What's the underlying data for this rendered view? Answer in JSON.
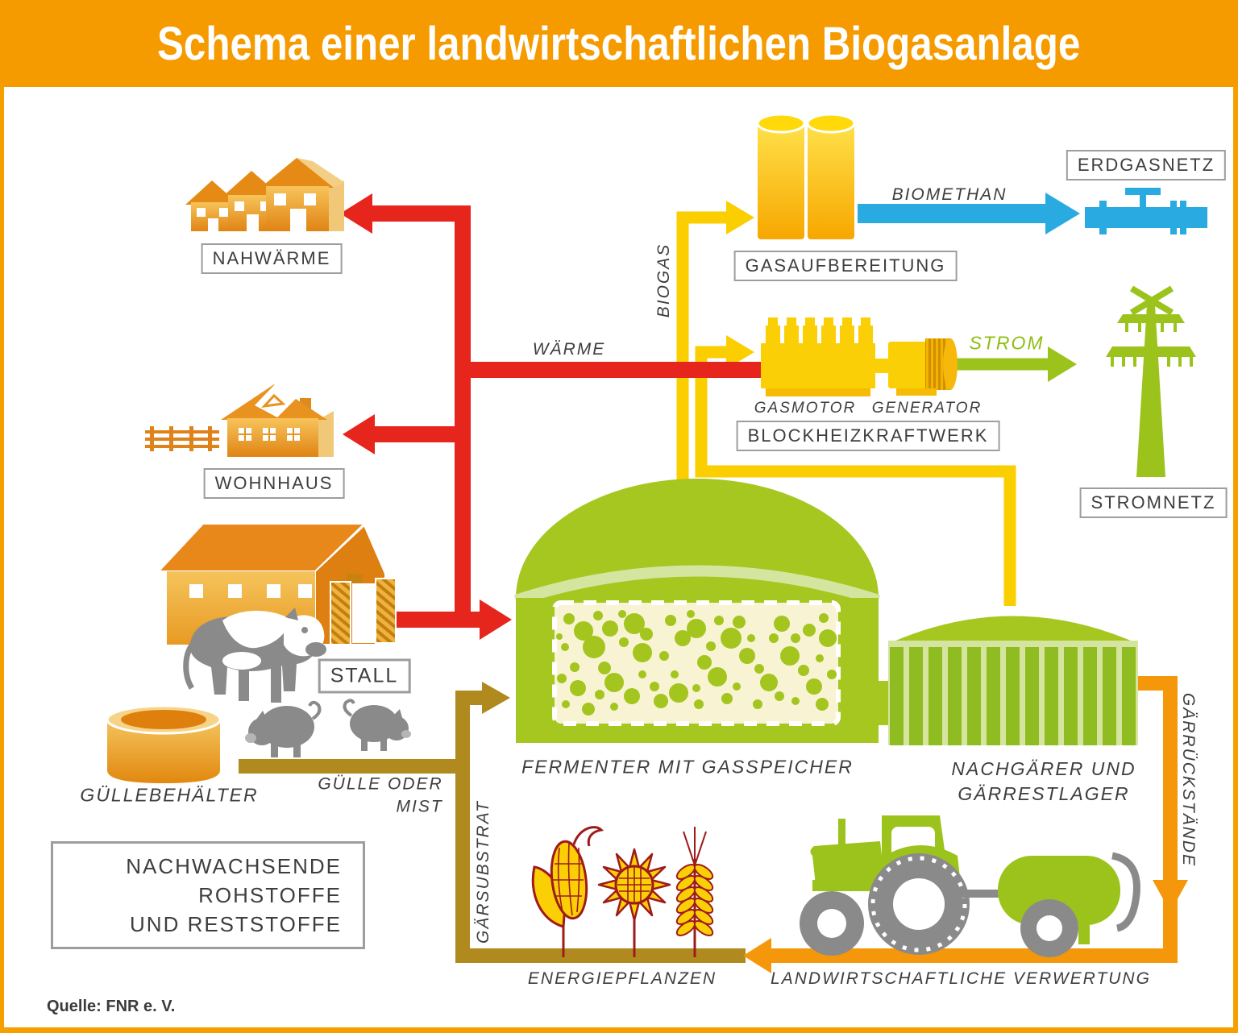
{
  "title": "Schema einer landwirtschaftlichen Biogasanlage",
  "source": "Quelle: FNR e. V.",
  "colors": {
    "banner": "#F59B00",
    "heat_red": "#E6251C",
    "biogas_yellow": "#FBCE00",
    "biomethan_blue": "#29ABE2",
    "strom_green": "#9CC31C",
    "substrate_olive": "#B08A1E",
    "residue_orange": "#F5970A",
    "label_text": "#3E3E3D"
  },
  "boxes": {
    "nahwaerme": "NAHWÄRME",
    "wohnhaus": "WOHNHAUS",
    "stall": "STALL",
    "erdgasnetz": "ERDGASNETZ",
    "gasaufbereitung": "GASAUFBEREITUNG",
    "blockheizkraftwerk": "BLOCKHEIZKRAFTWERK",
    "stromnetz": "STROMNETZ",
    "rohstoffe_line1": "NACHWACHSENDE ROHSTOFFE",
    "rohstoffe_line2": "UND RESTSTOFFE"
  },
  "flows": {
    "biogas": "BIOGAS",
    "waerme": "WÄRME",
    "biomethan": "BIOMETHAN",
    "strom": "STROM",
    "guelle_line1": "GÜLLE ODER",
    "guelle_line2": "MIST",
    "gaersubstrat": "GÄRSUBSTRAT",
    "gaerrueckstaende": "GÄRRÜCKSTÄNDE"
  },
  "captions": {
    "gasmotor": "GASMOTOR",
    "generator": "GENERATOR",
    "fermenter": "FERMENTER MIT GASSPEICHER",
    "nachgaerer_line1": "NACHGÄRER UND",
    "nachgaerer_line2": "GÄRRESTLAGER",
    "guellebehaelter": "GÜLLEBEHÄLTER",
    "energiepflanzen": "ENERGIEPFLANZEN",
    "verwertung": "LANDWIRTSCHAFTLICHE VERWERTUNG"
  }
}
